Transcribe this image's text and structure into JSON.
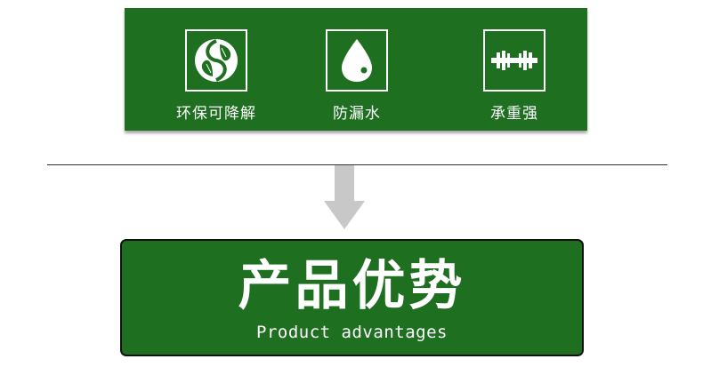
{
  "features": [
    {
      "icon": "leaf-yin-yang-icon",
      "label": "环保可降解"
    },
    {
      "icon": "water-drop-icon",
      "label": "防漏水"
    },
    {
      "icon": "dumbbell-icon",
      "label": "承重强"
    }
  ],
  "banner": {
    "title": "产品优势",
    "subtitle": "Product advantages"
  },
  "colors": {
    "brand_green": "#1f6f21",
    "arrow_gray": "#c8c8c8",
    "text_white": "#ffffff"
  }
}
